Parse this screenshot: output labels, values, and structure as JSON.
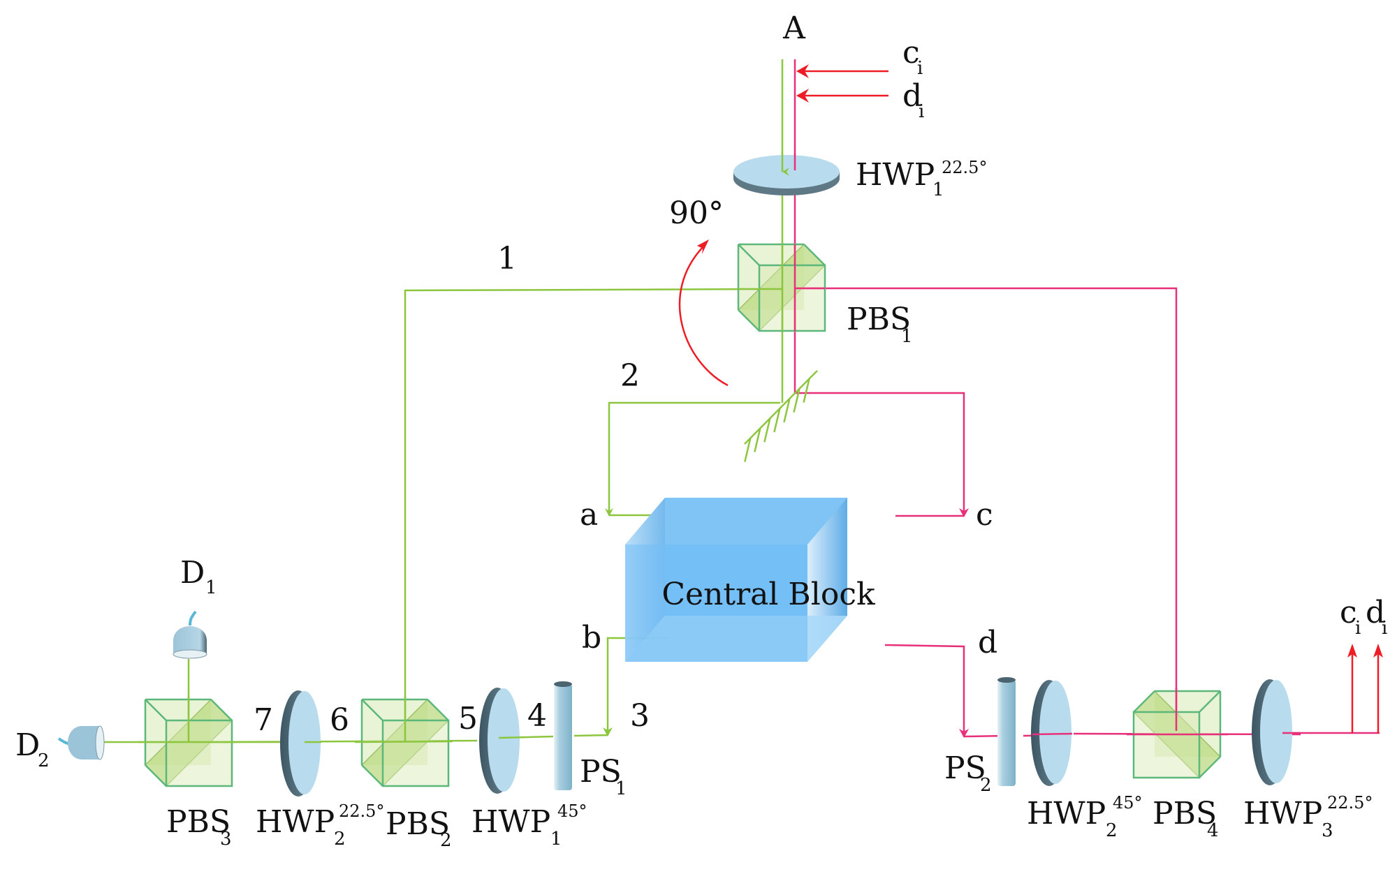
{
  "diagram": {
    "title": "Optical setup with Central Block",
    "colors": {
      "green_beam": "#8cc63f",
      "magenta_beam": "#e8307a",
      "red_arrow": "#ee1c24",
      "pbs_fill": "#d7e9b4",
      "pbs_edge": "#5cb87a",
      "waveplate_fill": "#b8dcee",
      "waveplate_edge": "#4f6b7a",
      "block_fill": "#74bdf2"
    },
    "input": {
      "source_label": "A",
      "inputs": [
        {
          "base": "c",
          "sub": "i"
        },
        {
          "base": "d",
          "sub": "i"
        }
      ]
    },
    "components": {
      "hwp1_top": {
        "base": "HWP",
        "sub": "1",
        "sup": "22.5°"
      },
      "pbs1": {
        "base": "PBS",
        "sub": "1"
      },
      "rotation": {
        "label": "90°"
      },
      "central_block": {
        "label": "Central Block"
      },
      "pbs2": {
        "base": "PBS",
        "sub": "2"
      },
      "pbs3": {
        "base": "PBS",
        "sub": "3"
      },
      "pbs4": {
        "base": "PBS",
        "sub": "4"
      },
      "hwp2_left": {
        "base": "HWP",
        "sub": "2",
        "sup": "22.5°"
      },
      "hwp1_left": {
        "base": "HWP",
        "sub": "1",
        "sup": "45°"
      },
      "ps1": {
        "base": "PS",
        "sub": "1"
      },
      "ps2": {
        "base": "PS",
        "sub": "2"
      },
      "hwp2_right": {
        "base": "HWP",
        "sub": "2",
        "sup": "45°"
      },
      "hwp3_right": {
        "base": "HWP",
        "sub": "3",
        "sup": "22.5°"
      },
      "d1": {
        "base": "D",
        "sub": "1"
      },
      "d2": {
        "base": "D",
        "sub": "2"
      }
    },
    "port_labels": {
      "a": "a",
      "b": "b",
      "c": "c",
      "d": "d"
    },
    "path_numbers": [
      "1",
      "2",
      "3",
      "4",
      "5",
      "6",
      "7"
    ],
    "outputs": [
      {
        "base": "c",
        "sub": "i"
      },
      {
        "base": "d",
        "sub": "i"
      }
    ]
  }
}
